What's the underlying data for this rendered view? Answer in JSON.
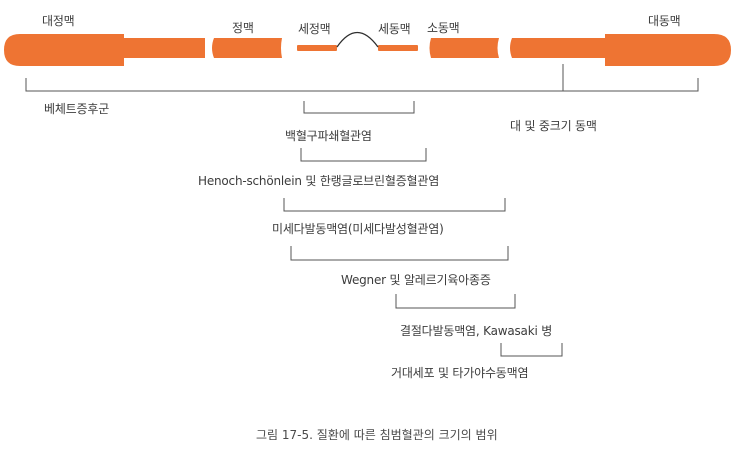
{
  "vessels": {
    "large_artery_left": "대정맥",
    "vein": "정맥",
    "venule": "세정맥",
    "arteriole": "세동맥",
    "small_artery": "소동맥",
    "large_artery_right": "대동맥"
  },
  "diseases": {
    "behcet": "베체트증후군",
    "large_medium_vessel": "대 및 중크기 동맥",
    "leukocytoclastic": "백혈구파쇄혈관염",
    "henoch": "Henoch-schönlein 및 한랭글로브린혈증혈관염",
    "microscopic": "미세다발동맥염(미세다발성혈관염)",
    "wegener": "Wegner 및 알레르기육아종증",
    "pan_kawasaki": "결절다발동맥염, Kawasaki 병",
    "giant_cell": "거대세포 및 타가야수동맥염"
  },
  "caption": "그림 17-5. 질환에 따른 침범혈관의 크기의 범위",
  "colors": {
    "vessel": "#ee7433",
    "bracket": "#555555"
  }
}
